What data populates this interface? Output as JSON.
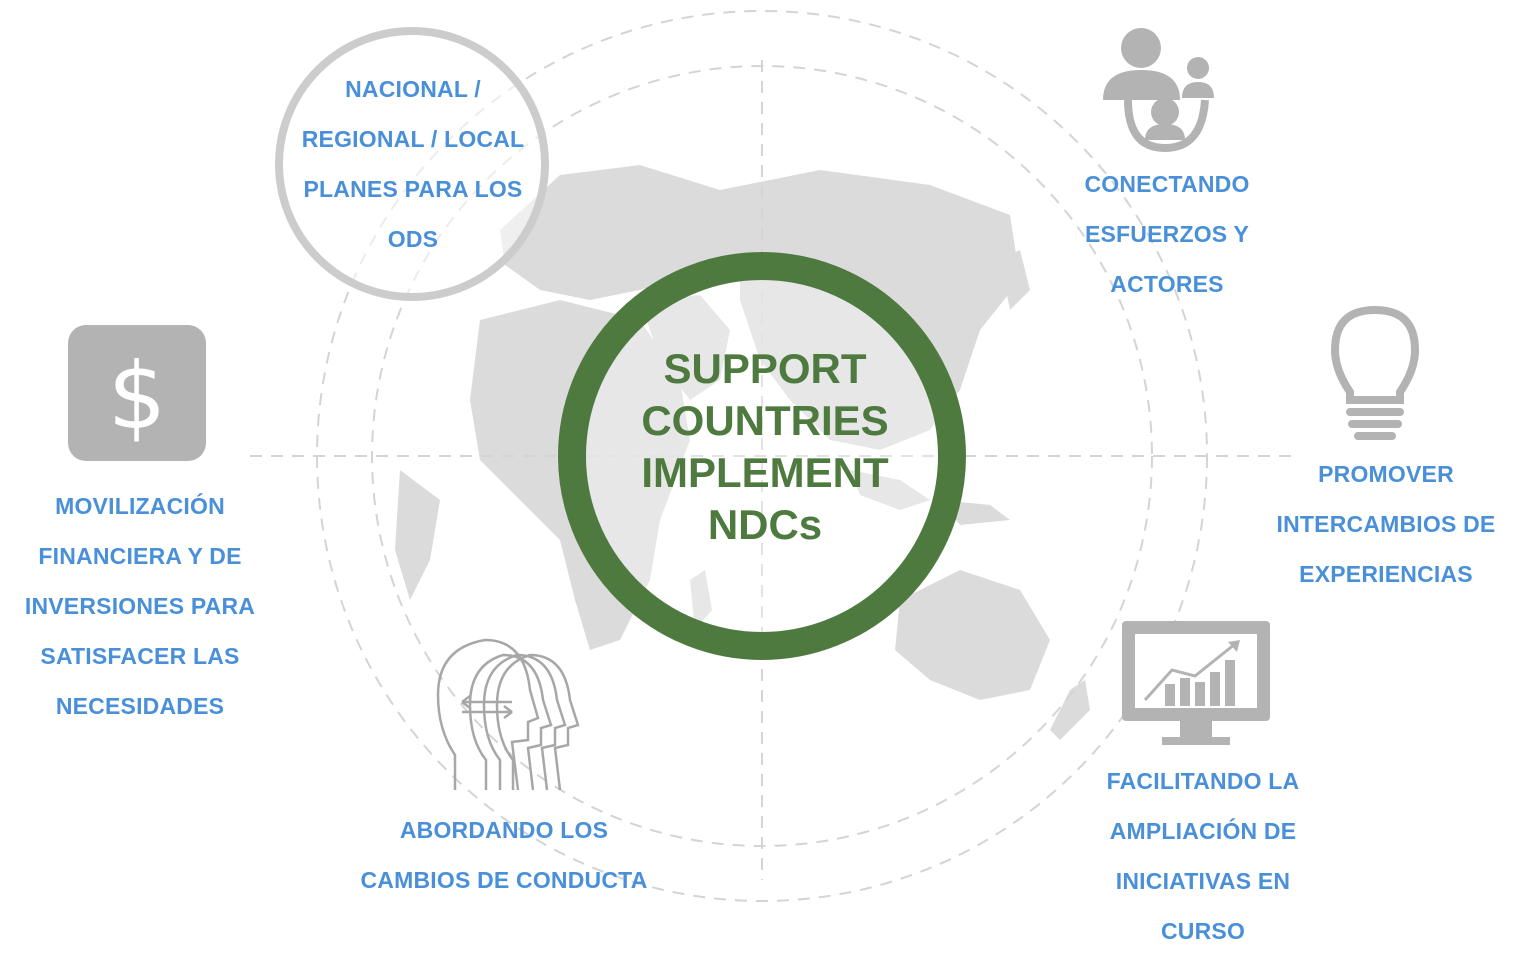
{
  "center": {
    "lines": [
      "SUPPORT",
      "COUNTRIES",
      "IMPLEMENT",
      "NDCs"
    ],
    "color": "#4e7a40"
  },
  "labels": {
    "top_left": "NACIONAL /\nREGIONAL / LOCAL\nPLANES PARA LOS\nODS",
    "top_right": "CONECTANDO\nESFUERZOS Y\nACTORES",
    "left": "MOVILIZACIÓN\nFINANCIERA Y DE\nINVERSIONES PARA\nSATISFACER LAS\nNECESIDADES",
    "right": "PROMOVER\nINTERCAMBIOS DE\nEXPERIENCIAS",
    "bottom_left": "ABORDANDO LOS\nCAMBIOS DE CONDUCTA",
    "bottom_right": "FACILITANDO LA\nAMPLIACIÓN DE\nINICIATIVAS EN\nCURSO"
  },
  "icons": {
    "dollar": "dollar-icon",
    "people": "people-network-icon",
    "bulb": "lightbulb-icon",
    "monitor": "chart-monitor-icon",
    "heads": "behavior-heads-icon",
    "dollar_glyph": "$"
  },
  "colors": {
    "label_blue": "#4a90d9",
    "ring_green": "#4e7a40",
    "icon_gray": "#b3b3b3",
    "map_gray": "#c8c8c8"
  }
}
